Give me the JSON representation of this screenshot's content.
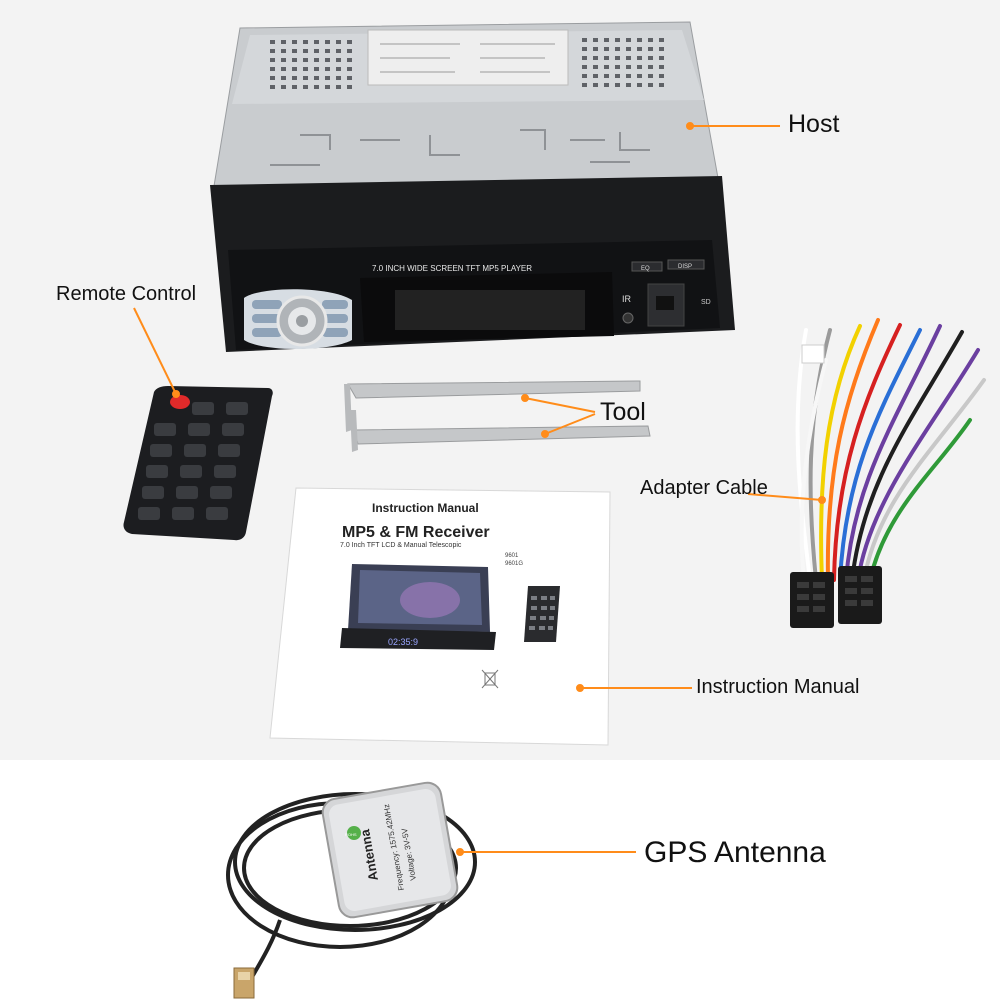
{
  "labels": {
    "host": "Host",
    "remote_control": "Remote Control",
    "tool": "Tool",
    "adapter_cable": "Adapter Cable",
    "instruction_manual": "Instruction Manual",
    "gps_antenna": "GPS Antenna"
  },
  "device": {
    "front_text": "7.0 INCH WIDE SCREEN TFT  MP5  PLAYER",
    "button_eq": "EQ",
    "button_disp": "DISP",
    "ir": "IR",
    "sd": "SD"
  },
  "manual": {
    "header": "Instruction  Manual",
    "title": "MP5 & FM  Receiver",
    "subtitle": "7.0 Inch TFT LCD & Manual Telescopic",
    "model_1": "9601",
    "model_2": "9601G",
    "screen_readout": "02:35:9"
  },
  "antenna": {
    "label": "Antenna",
    "frequency": "Frequency: 1575.42MHz",
    "voltage": "Voltage: 3V-5V",
    "badge": "ROHS"
  },
  "colors": {
    "leader_line": "#ff8c1a",
    "panel_bg": "#f3f3f3",
    "text": "#111111"
  }
}
